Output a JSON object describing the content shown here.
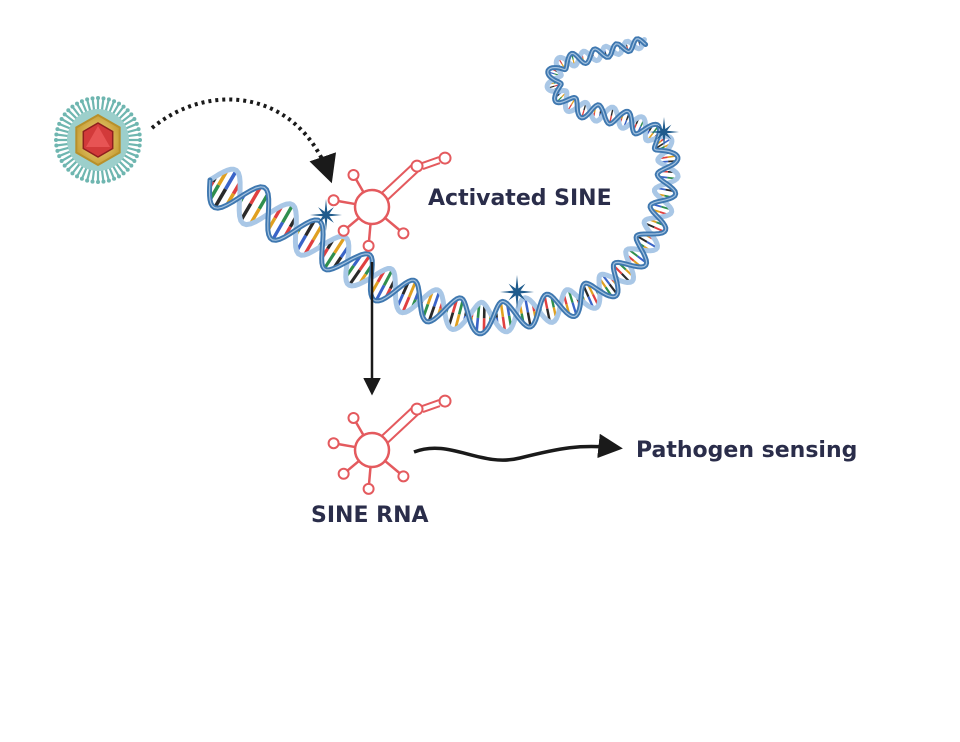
{
  "labels": {
    "activated_sine": "Activated SINE",
    "sine_rna": "SINE RNA",
    "pathogen_sensing": "Pathogen sensing"
  },
  "colors": {
    "text": "#2a2d4a",
    "rna_glyph": "#e45a5e",
    "dna_backbone": "#3f78b0",
    "dna_backbone_light": "#a9c7e6",
    "star": "#1f5b8c",
    "arrow": "#1a1a1a",
    "virus_spikes": "#6fb6b0",
    "virus_shell": "#e7c25a",
    "virus_core": "#d23a3a",
    "base_pairs": [
      "#e04040",
      "#2f8f4e",
      "#2a2a2a",
      "#e0a020",
      "#3a64c8"
    ]
  },
  "icons": {
    "virus": "virus-particle-icon",
    "rna": "rna-molecule-icon",
    "star": "activation-star-icon"
  }
}
